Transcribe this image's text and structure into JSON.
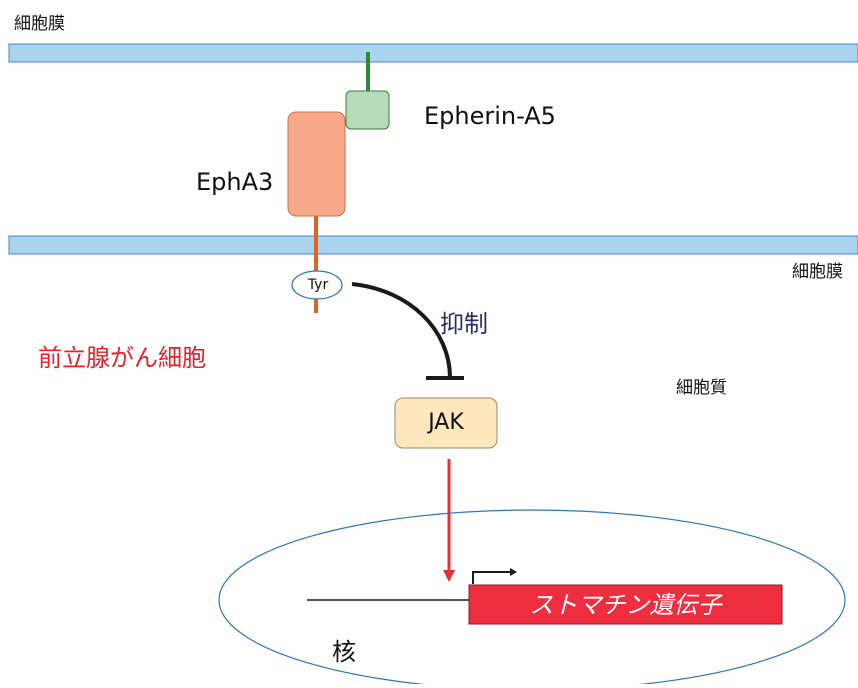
{
  "labels": {
    "membrane_top": "細胞膜",
    "membrane_bottom": "細胞膜",
    "ephrin": "Epherin-A5",
    "receptor": "EphA3",
    "tyr": "Tyr",
    "inhibit": "抑制",
    "cell": "前立腺がん細胞",
    "cytoplasm": "細胞質",
    "kinase": "JAK",
    "gene": "ストマチン遺伝子",
    "nucleus": "核"
  },
  "colors": {
    "membrane_fill": "#a9d3ef",
    "membrane_stroke": "#4f86b8",
    "ephrin_fill": "#b4dcb8",
    "ephrin_stem": "#2e8a34",
    "receptor_fill": "#f7a889",
    "receptor_stroke": "#c9704d",
    "receptor_stem": "#e0641f",
    "jak_fill": "#fde7bd",
    "arrow_red": "#e0303a",
    "gene_fill": "#ee2d3f",
    "nucleus_stroke": "#2e75b6",
    "cell_label": "#e8202a",
    "inhibit_label": "#2a2e5c"
  }
}
